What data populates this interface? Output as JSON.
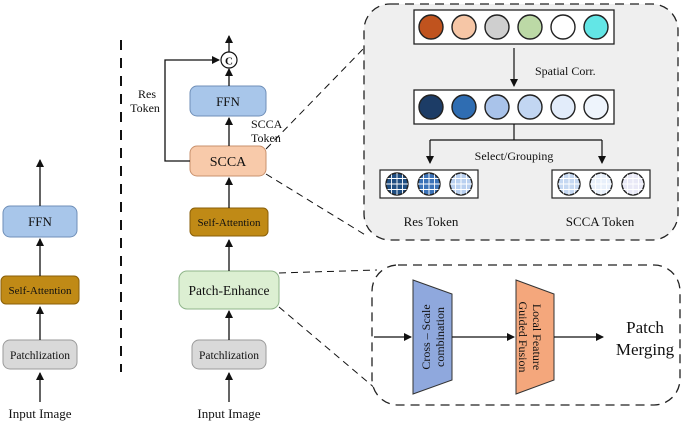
{
  "left_column": {
    "input_label": "Input Image",
    "patchify_label": "Patchlization",
    "self_attention_label": "Self-Attention",
    "ffn_label": "FFN"
  },
  "middle_column": {
    "input_label": "Input Image",
    "patchify_label": "Patchlization",
    "patch_enhance_label": "Patch-Enhance",
    "self_attention_label": "Self-Attention",
    "scca_label": "SCCA",
    "ffn_label": "FFN",
    "concat_symbol": "C",
    "res_token_line1": "Res",
    "res_token_line2": "Token",
    "scca_token_line1": "SCCA",
    "scca_token_line2": "Token"
  },
  "scca_detail": {
    "spatial_corr_label": "Spatial Corr.",
    "select_grouping_label": "Select/Grouping",
    "res_token_label": "Res Token",
    "scca_token_label": "SCCA Token",
    "top_circle_colors": [
      "#c0531e",
      "#f6c6a6",
      "#cfcfcf",
      "#bcd9a6",
      "#ffffff",
      "#63e6e6"
    ],
    "mid_circle_colors": [
      "#1c3c66",
      "#2f6db2",
      "#a9c3ea",
      "#c2d6f2",
      "#e2ecfa",
      "#eef4fc"
    ],
    "res_token_colors": [
      "#1f4e82",
      "#3c73b8",
      "#b9d0f0"
    ],
    "scca_token_colors": [
      "#c5d8f2",
      "#e8f0fb",
      "#e9e9f7"
    ]
  },
  "patch_enhance_detail": {
    "cross_scale_line1": "Cross – Scale",
    "cross_scale_line2": "combination",
    "local_feature_line1": "Local Feature",
    "local_feature_line2": "Guided Fusion",
    "patch_merging_line1": "Patch",
    "patch_merging_line2": "Merging"
  },
  "colors": {
    "ffn_fill": "#a8c6ea",
    "self_attention_fill": "#c08a16",
    "patchify_fill": "#d9d9d9",
    "scca_fill": "#f8caaa",
    "patch_enhance_fill": "#dcefd2",
    "cross_scale_fill": "#8fa8dd",
    "local_feature_fill": "#f4a77c",
    "panel_fill": "#efefef"
  }
}
